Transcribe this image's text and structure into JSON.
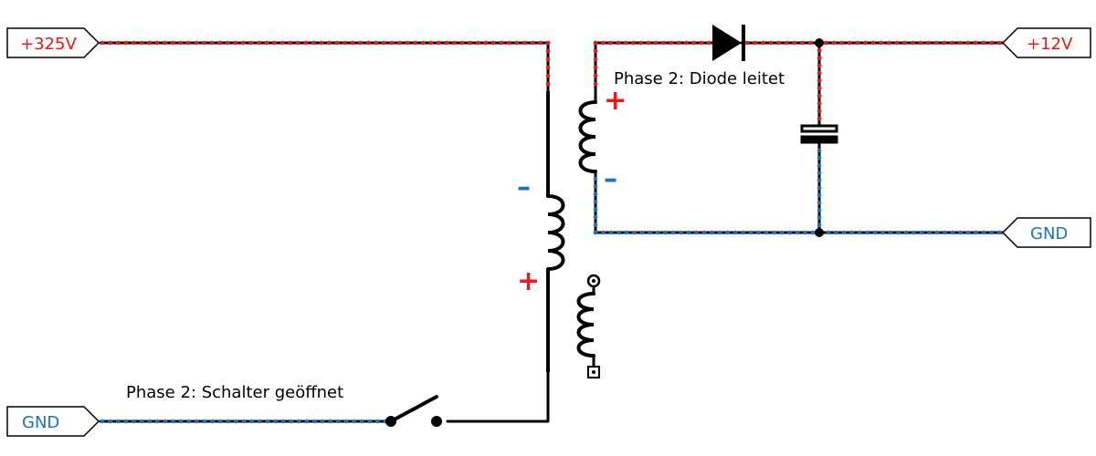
{
  "ports": {
    "vin": "+325V",
    "gnd_primary": "GND",
    "vout": "+12V",
    "gnd_secondary": "GND"
  },
  "annotations": {
    "diode_state": "Phase 2: Diode leitet",
    "switch_state": "Phase 2: Schalter geöffnet"
  },
  "polarity": {
    "primary_top": "–",
    "primary_bottom": "+",
    "secondary_top": "+",
    "secondary_bottom": "–"
  },
  "colors": {
    "positive_net": "#e8191e",
    "ground_net": "#1d72c0",
    "wire": "#000000"
  }
}
